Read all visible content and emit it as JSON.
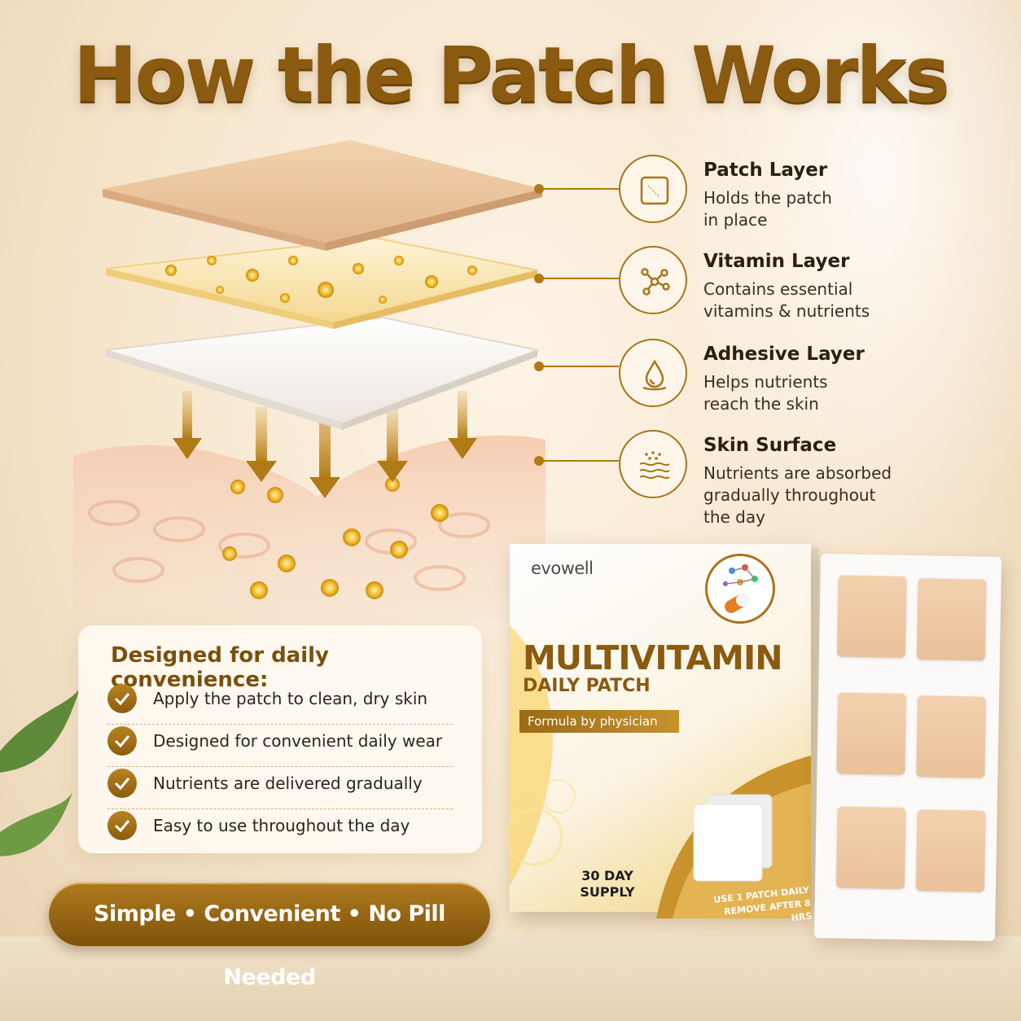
{
  "title": "How the Patch Works",
  "colors": {
    "brand_gold": "#8a5a10",
    "accent_gold": "#a8741c",
    "skin": "#f3c9ad"
  },
  "layers": [
    {
      "title": "Patch Layer",
      "desc_line1": "Holds the patch",
      "desc_line2": "in place",
      "icon": "patch-square-icon"
    },
    {
      "title": "Vitamin Layer",
      "desc_line1": "Contains essential",
      "desc_line2": "vitamins & nutrients",
      "icon": "molecule-icon"
    },
    {
      "title": "Adhesive Layer",
      "desc_line1": "Helps nutrients",
      "desc_line2": "reach the skin",
      "icon": "droplet-icon"
    },
    {
      "title": "Skin Surface",
      "desc_line1": "Nutrients are absorbed",
      "desc_line2": "gradually throughout",
      "desc_line3": "the day",
      "icon": "skin-waves-icon"
    }
  ],
  "convenience": {
    "title": "Designed for daily convenience:",
    "items": [
      "Apply the patch to clean, dry skin",
      "Designed for convenient daily wear",
      "Nutrients are delivered gradually",
      "Easy to use throughout the day"
    ]
  },
  "tagline": "Simple • Convenient • No Pill Needed",
  "product": {
    "brand": "evowell",
    "name": "MULTIVITAMIN",
    "subname": "DAILY PATCH",
    "formula": "Formula by physician",
    "supply_line1": "30 DAY",
    "supply_line2": "SUPPLY",
    "usage_line1": "USE 1 PATCH DAILY",
    "usage_line2": "REMOVE AFTER 8 HRS"
  }
}
